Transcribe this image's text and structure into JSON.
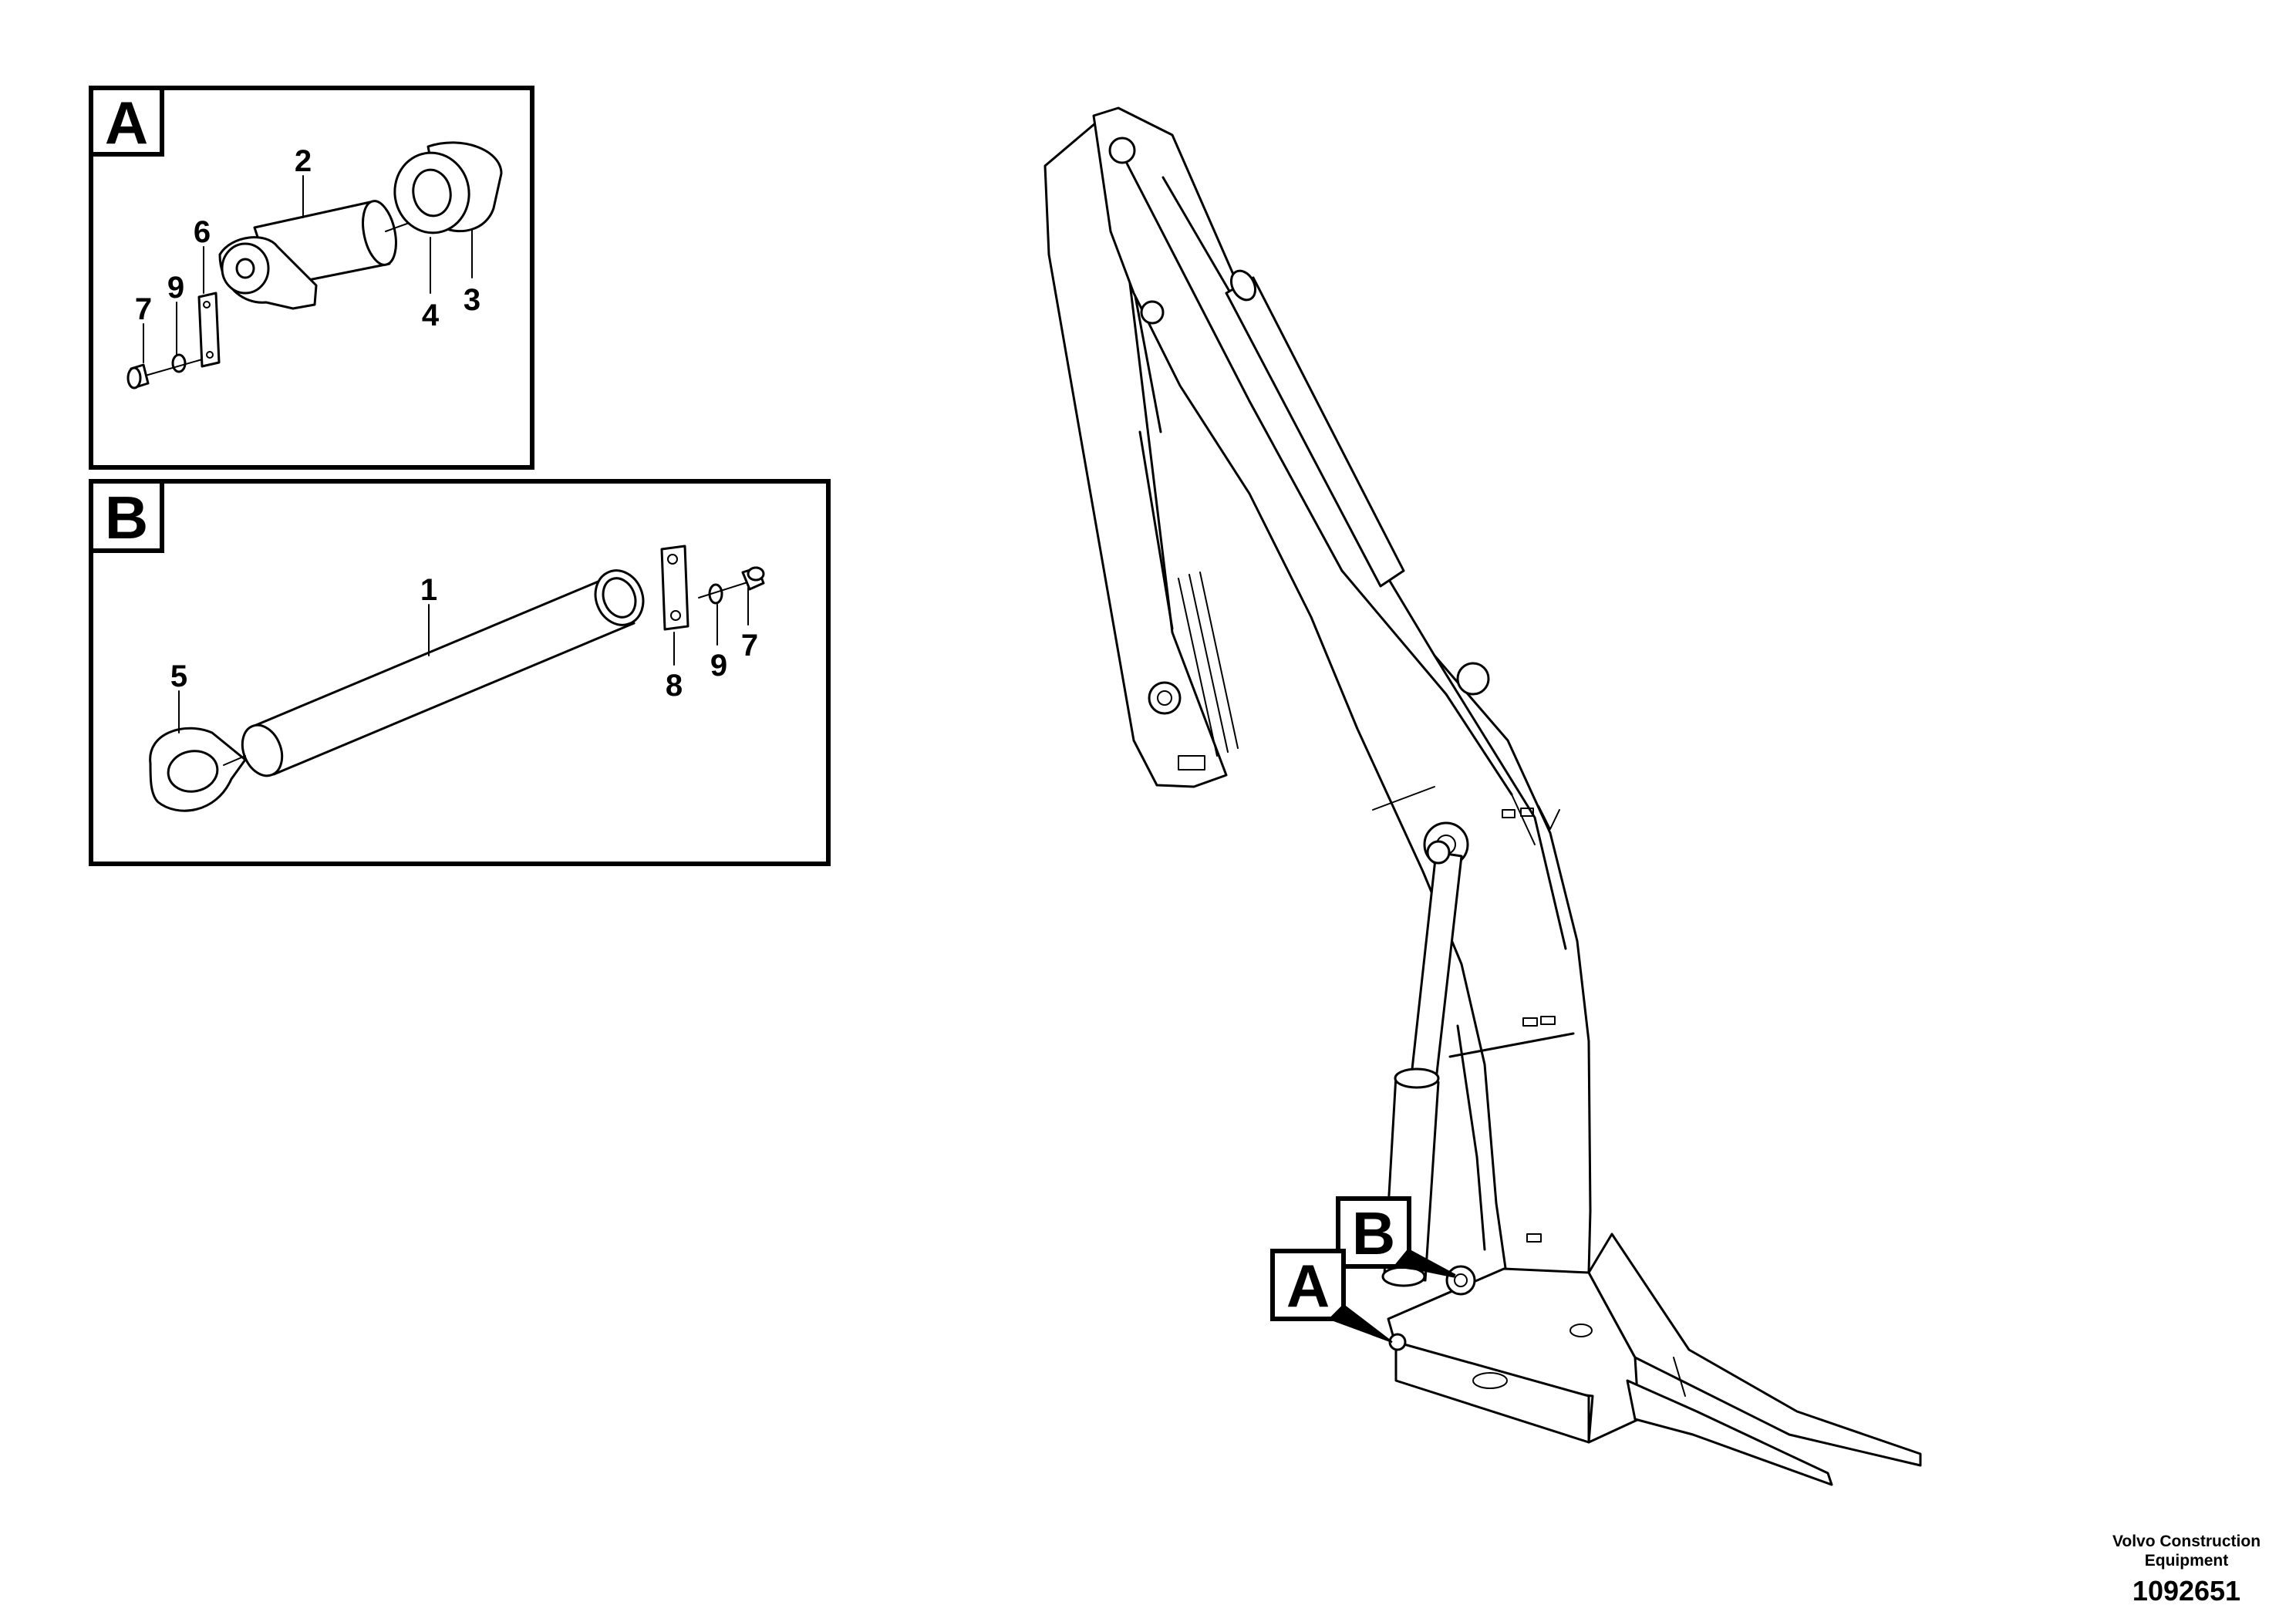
{
  "detail_a": {
    "label": "A",
    "callouts": {
      "p2": "2",
      "p6": "6",
      "p9": "9",
      "p7": "7",
      "p4": "4",
      "p3": "3"
    }
  },
  "detail_b": {
    "label": "B",
    "callouts": {
      "p1": "1",
      "p5": "5",
      "p8": "8",
      "p9": "9",
      "p7": "7"
    }
  },
  "main_view": {
    "marker_a": "A",
    "marker_b": "B"
  },
  "footer": {
    "company_line1": "Volvo Construction",
    "company_line2": "Equipment",
    "drawing_number": "1092651"
  }
}
